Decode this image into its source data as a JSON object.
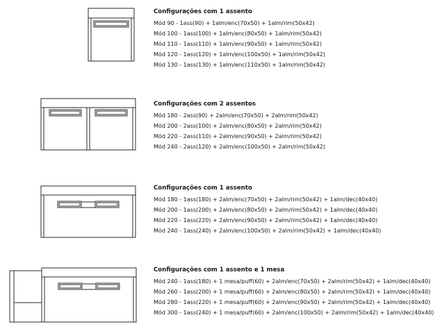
{
  "configs": [
    {
      "title": "Configurações com 1 assento",
      "lines": [
        "Mód 90 - 1ass(90) + 1alm/enc(70x50) + 1alm/rim(50x42)",
        "Mód 100 - 1ass(100) + 1alm/enc(80x50) + 1alm/rim(50x42)",
        "Mód 110 - 1ass(110) + 1alm/enc(90x50) + 1alm/rim(50x42)",
        "Mód 120 - 1ass(120) + 1alm/enc(100x50) + 1alm/rim(50x42)",
        "Mód 130 - 1ass(130) + 1alm/enc(110x50) + 1alm/rim(50x42)"
      ]
    },
    {
      "title": "Configurações com 2 assentos",
      "lines": [
        "Mód 180 - 2ass(90) + 2alm/enc(70x50) + 2alm/rim(50x42)",
        "Mód 200 - 2ass(100) + 2alm/enc(80x50) + 2alm/rim(50x42)",
        "Mód 220 - 2ass(110) + 2alm/enc(90x50) + 2alm/rim(50x42)",
        "Mód 240 - 2ass(120) + 2alm/enc(100x50) + 2alm/rim(50x42)"
      ]
    },
    {
      "title": "Configurações com 1 assento",
      "lines": [
        "Mód 180 - 1ass(180) + 2alm/enc(70x50) + 2alm/rim(50x42) + 1alm/dec(40x40)",
        "Mód 200 - 1ass(200) + 2alm/enc(80x50) + 2alm/rim(50x42) + 1alm/dec(40x40)",
        "Mód 220 - 1ass(220) + 2alm/enc(90x50) + 2alm/rim(50x42) + 1alm/dec(40x40)",
        "Mód 240 - 1ass(240) + 2alm/enc(100x50) + 2alm/rim(50x42) + 1alm/dec(40x40)"
      ]
    },
    {
      "title": "Configurações com 1 assento e 1 mesa",
      "lines": [
        "Mód 240 - 1ass(180) + 1 mesa/puff(60) + 2alm/enc(70x50) + 2alm/rim(50x42) + 1alm/dec(40x40)",
        "Mód 260 - 1ass(200) + 1 mesa/puff(60) + 2alm/enc(80x50) + 2alm/rim(50x42) + 1alm/dec(40x40)",
        "Mód 280 - 1ass(220) + 1 mesa/puff(60) + 2alm/enc(90x50) + 2alm/rim(50x42) + 1alm/dec(40x40)",
        "Mód 300 - 1ass(240) + 1 mesa/puff(60) + 2alm/enc(100x50) + 2alm/rim(50x42) + 1alm/dec(40x40)"
      ]
    }
  ]
}
